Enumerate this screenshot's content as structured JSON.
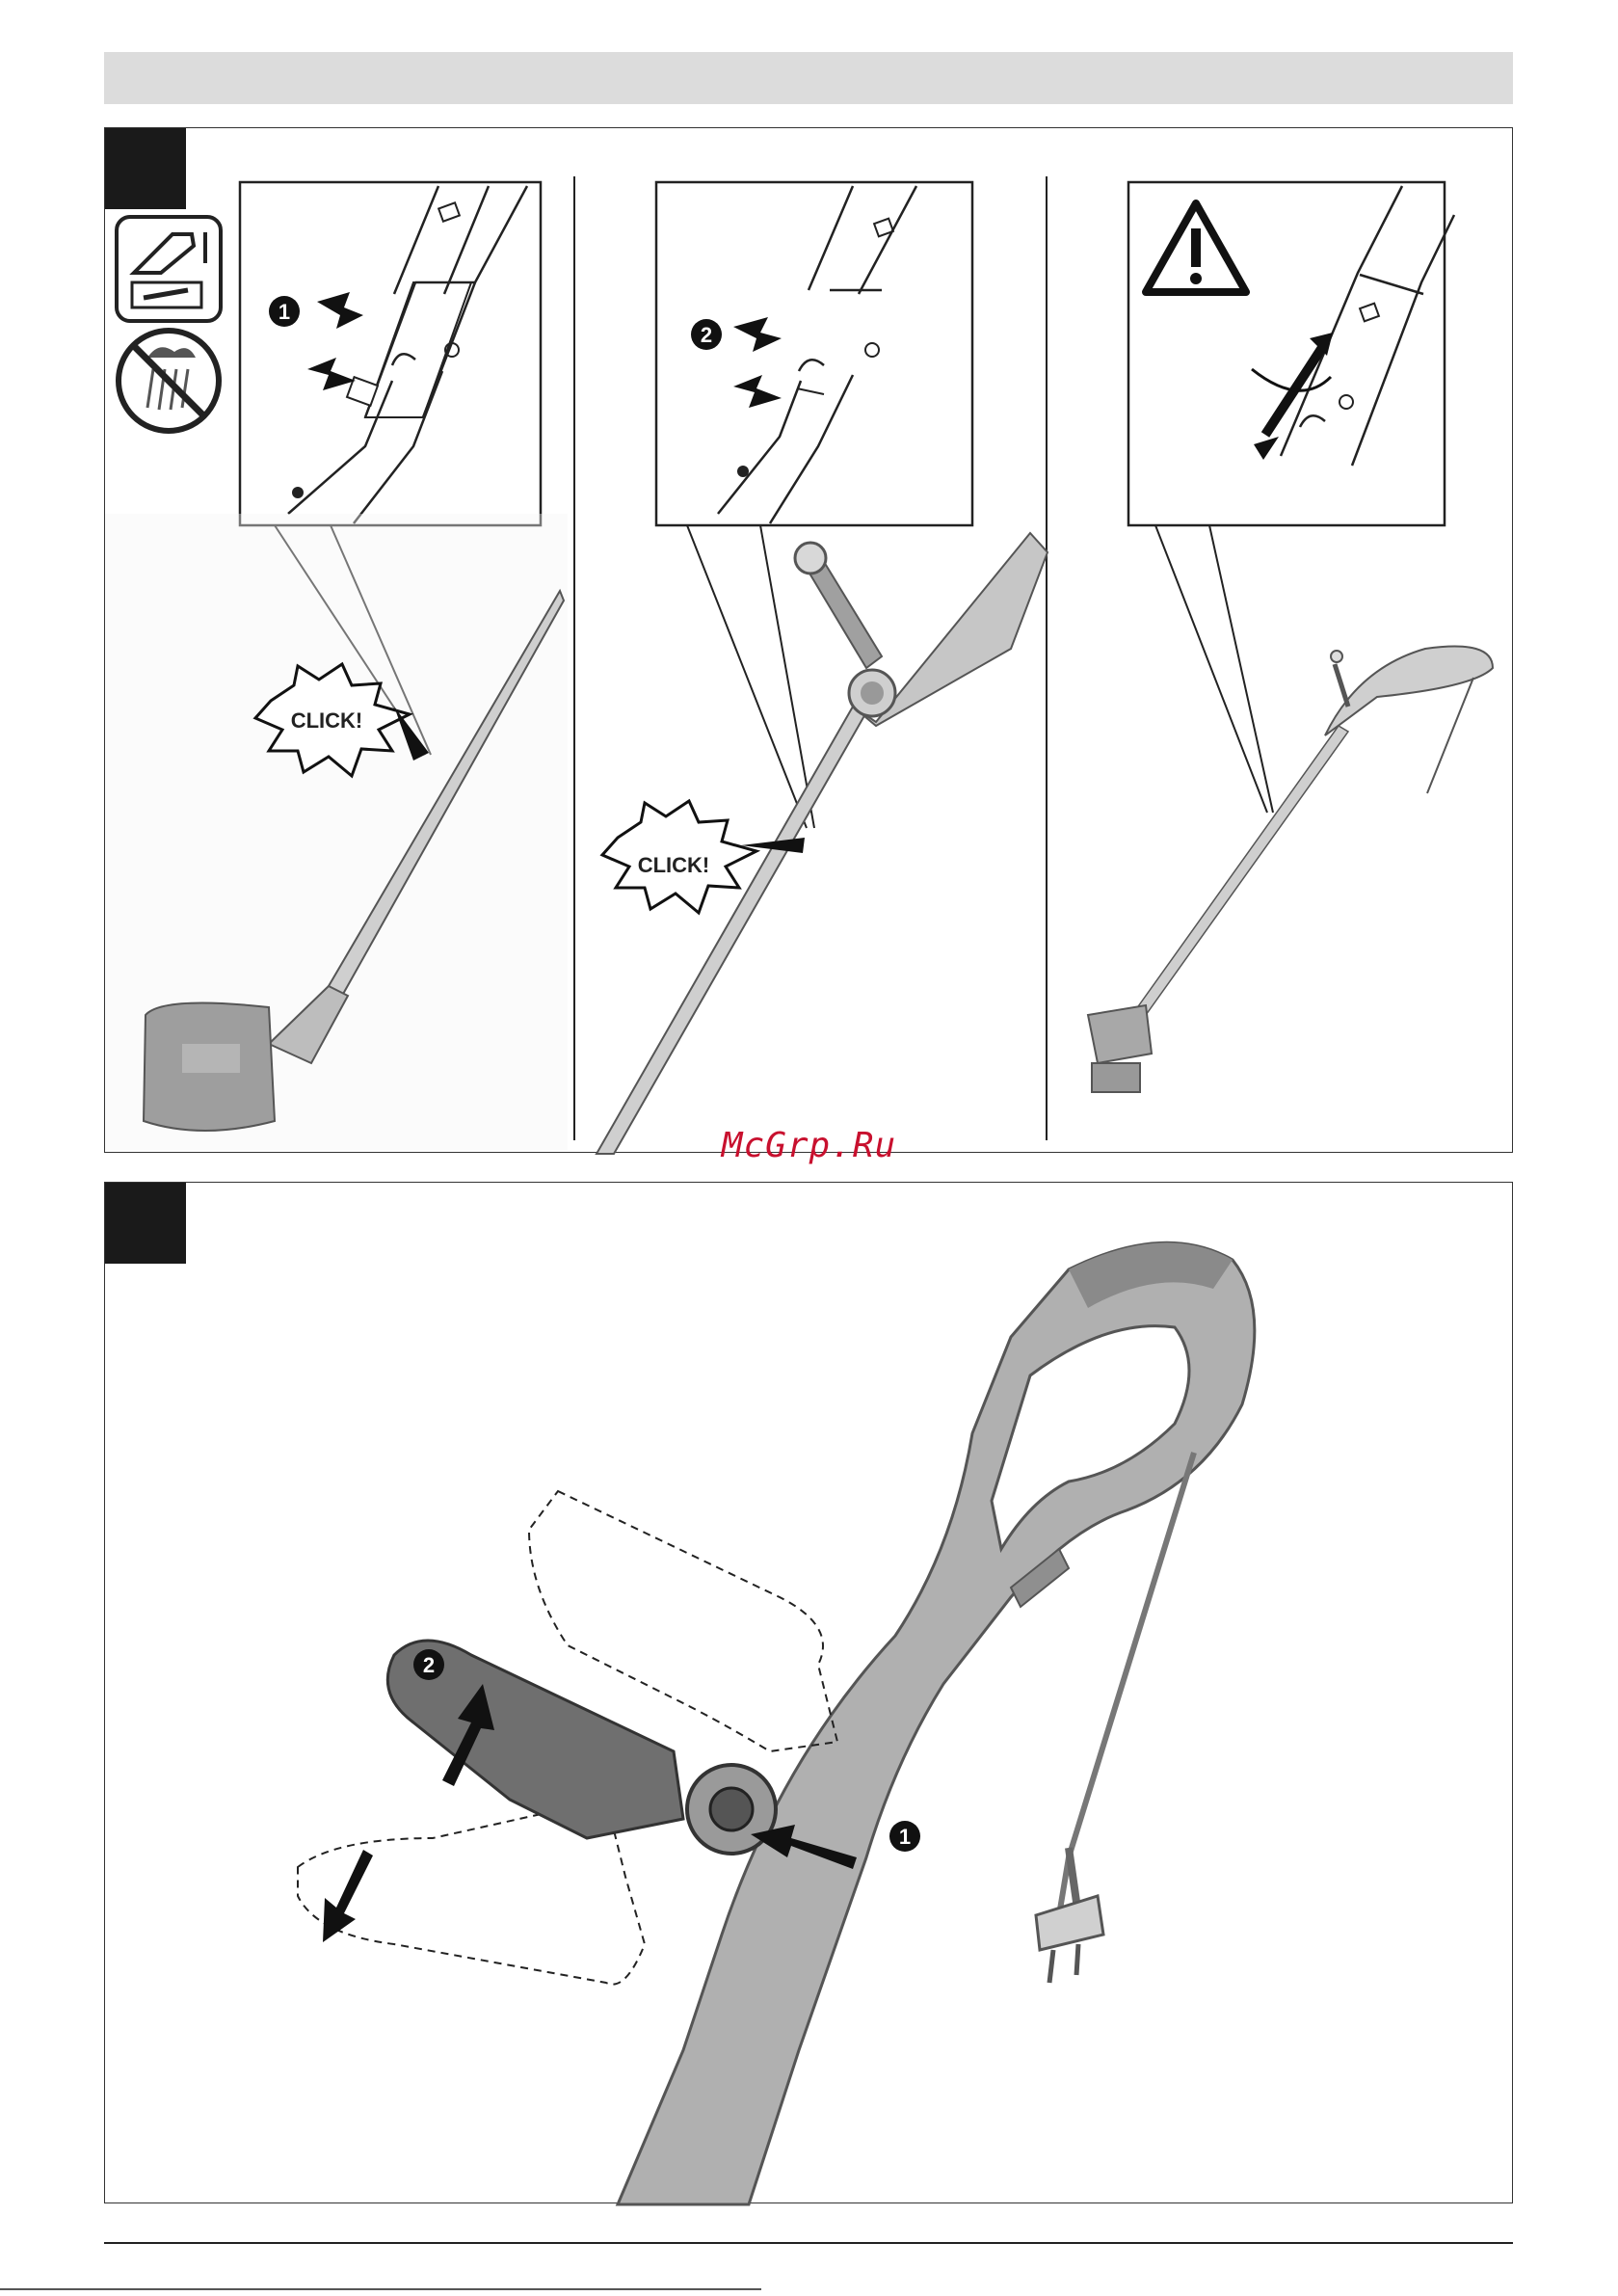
{
  "watermark": "McGrp.Ru",
  "step_a": {
    "callout_1": "1",
    "callout_2": "2",
    "click_1": "CLICK!",
    "click_2": "CLICK!",
    "icons": [
      "manual-tool-icon",
      "no-rain-icon",
      "warning-icon"
    ]
  },
  "step_b": {
    "callout_1": "1",
    "callout_2": "2"
  }
}
